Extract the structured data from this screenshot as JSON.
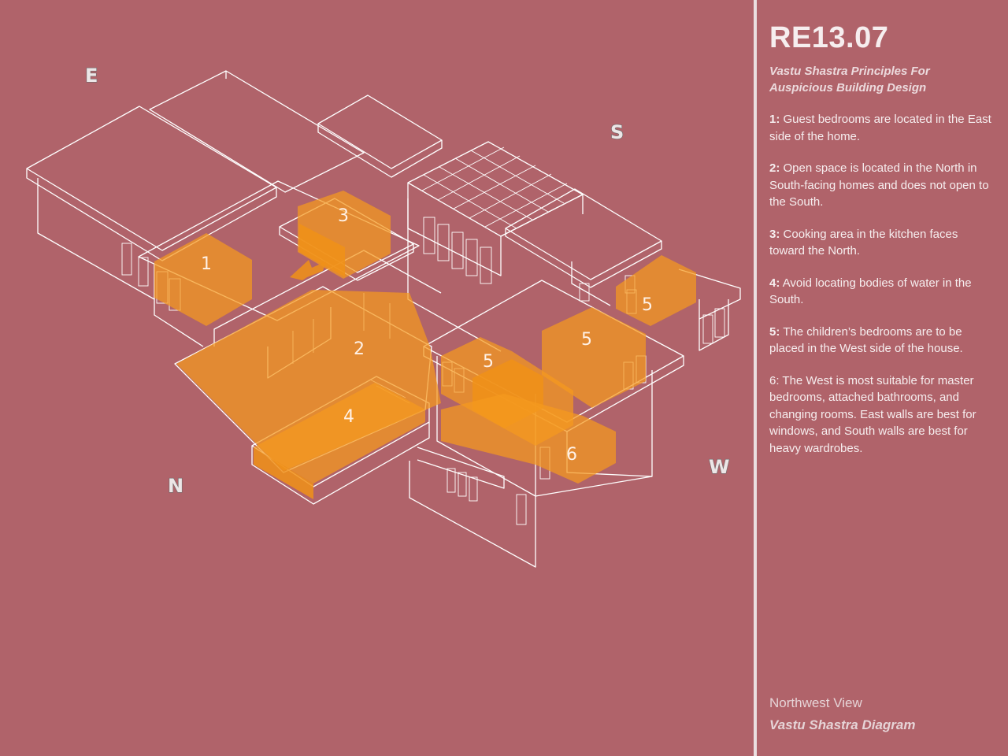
{
  "panel": {
    "code": "RE13.07",
    "subtitle": "Vastu Shastra Principles For Auspicious Building Design",
    "notes": [
      {
        "num": "1:",
        "text": "Guest bedrooms are located in the East side of the home."
      },
      {
        "num": "2:",
        "text": "Open space is located in the North in South-facing homes and does not open to the South."
      },
      {
        "num": "3:",
        "text": "Cooking area in the kitchen faces toward the North."
      },
      {
        "num": "4:",
        "text": "Avoid locating bodies of water in the South."
      },
      {
        "num": "5:",
        "text": "The children’s bedrooms are to be placed in the West side of the house."
      },
      {
        "num": "",
        "text": "6: The West is most suitable for master bedrooms, attached bathrooms, and changing rooms. East walls are best for windows, and South walls are best for heavy wardrobes."
      }
    ],
    "view": "Northwest View",
    "diagram_title": "Vastu Shastra Diagram"
  },
  "compass": {
    "east": "E",
    "south": "S",
    "north": "N",
    "west": "W"
  },
  "zones": {
    "z1": "1",
    "z2": "2",
    "z3": "3",
    "z4": "4",
    "z5a": "5",
    "z5b": "5",
    "z5c": "5",
    "z6": "6"
  },
  "colors": {
    "background": "#b0636a",
    "zone": "#f59a1e",
    "line": "#ffffff",
    "divider": "#eadfe0"
  }
}
